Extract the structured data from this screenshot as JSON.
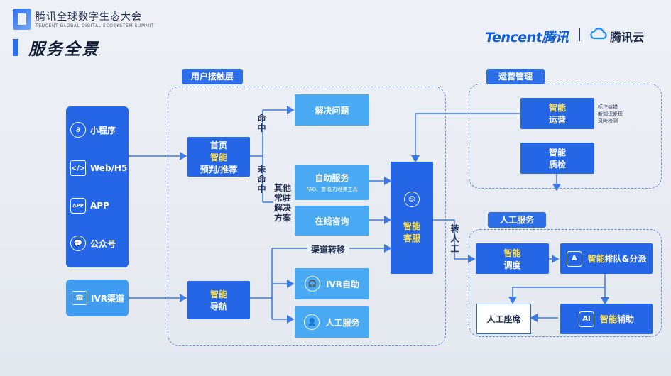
{
  "header": {
    "summit_cn": "腾讯全球数字生态大会",
    "summit_en": "TENCENT GLOBAL DIGITAL ECOSYSTEM SUMMIT",
    "page_title": "服务全景",
    "brand_tencent_en": "Tencent",
    "brand_tencent_cn": "腾讯",
    "brand_cloud": "腾讯云"
  },
  "channels": {
    "items": [
      {
        "icon": "mini-program-icon",
        "label": "小程序"
      },
      {
        "icon": "web-code-icon",
        "label": "Web/H5"
      },
      {
        "icon": "app-icon",
        "label": "APP"
      },
      {
        "icon": "wechat-icon",
        "label": "公众号"
      }
    ],
    "ivr": {
      "icon": "phone-monitor-icon",
      "label": "IVR渠道"
    }
  },
  "user_layer": {
    "tab": "用户接触层",
    "home": {
      "line1": "首页",
      "line2": "智能",
      "line3": "预判/推荐"
    },
    "hit": "命中",
    "miss": "未命中",
    "solve": "解决问题",
    "other": "其他常驻解决方案",
    "self_service": {
      "title": "自助服务",
      "sub": "FAQ、查询/办理类工具"
    },
    "online": "在线咨询",
    "transfer": "渠道转移",
    "nav": {
      "line1": "智能",
      "line2": "导航"
    },
    "ivr_self": "IVR自助",
    "human": "人工服务",
    "smart_cs": {
      "line1": "智能",
      "line2": "客服"
    }
  },
  "operations": {
    "tab": "运营管理",
    "ops": {
      "line1": "智能",
      "line2": "运营"
    },
    "ops_notes": [
      "标注纠错",
      "新知识发现",
      "风险检测"
    ],
    "qa": {
      "line1": "智能",
      "line2": "质检"
    }
  },
  "to_human": "转人工",
  "human_service": {
    "tab": "人工服务",
    "dispatch": {
      "line1": "智能",
      "line2": "调度"
    },
    "queue": {
      "hl": "智能",
      "rest": "排队&分派"
    },
    "seat": "人工座席",
    "assist": {
      "hl": "智能",
      "rest": "辅助"
    }
  },
  "colors": {
    "primary": "#2566e6",
    "light": "#49aaf3",
    "highlight": "#ffe14d",
    "dashed": "#5b8be0"
  }
}
